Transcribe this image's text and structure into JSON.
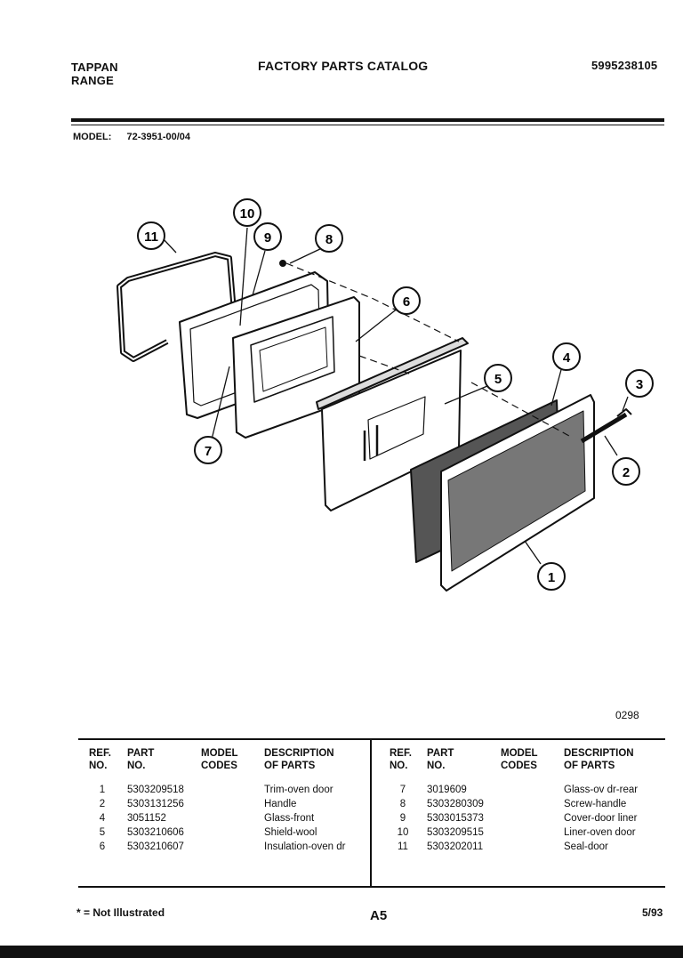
{
  "header": {
    "brand_line1": "TAPPAN",
    "brand_line2": "RANGE",
    "title": "FACTORY PARTS CATALOG",
    "catalog_number": "5995238105"
  },
  "model": {
    "label": "MODEL:",
    "value": "72-3951-00/04"
  },
  "diagram": {
    "code": "0298",
    "callouts": [
      "1",
      "2",
      "3",
      "4",
      "5",
      "6",
      "7",
      "8",
      "9",
      "10",
      "11"
    ]
  },
  "parts_table": {
    "headers": {
      "ref1": "REF.",
      "ref2": "NO.",
      "part1": "PART",
      "part2": "NO.",
      "model1": "MODEL",
      "model2": "CODES",
      "desc1": "DESCRIPTION",
      "desc2": "OF PARTS"
    },
    "left": [
      {
        "ref": "1",
        "part": "5303209518",
        "desc": "Trim-oven door"
      },
      {
        "ref": "2",
        "part": "5303131256",
        "desc": "Handle"
      },
      {
        "ref": "4",
        "part": "3051152",
        "desc": "Glass-front"
      },
      {
        "ref": "5",
        "part": "5303210606",
        "desc": "Shield-wool"
      },
      {
        "ref": "6",
        "part": "5303210607",
        "desc": "Insulation-oven dr"
      }
    ],
    "right": [
      {
        "ref": "7",
        "part": "3019609",
        "desc": "Glass-ov dr-rear"
      },
      {
        "ref": "8",
        "part": "5303280309",
        "desc": "Screw-handle"
      },
      {
        "ref": "9",
        "part": "5303015373",
        "desc": "Cover-door liner"
      },
      {
        "ref": "10",
        "part": "5303209515",
        "desc": "Liner-oven door"
      },
      {
        "ref": "11",
        "part": "5303202011",
        "desc": "Seal-door"
      }
    ]
  },
  "footer": {
    "note": "* = Not Illustrated",
    "page": "A5",
    "date": "5/93"
  }
}
